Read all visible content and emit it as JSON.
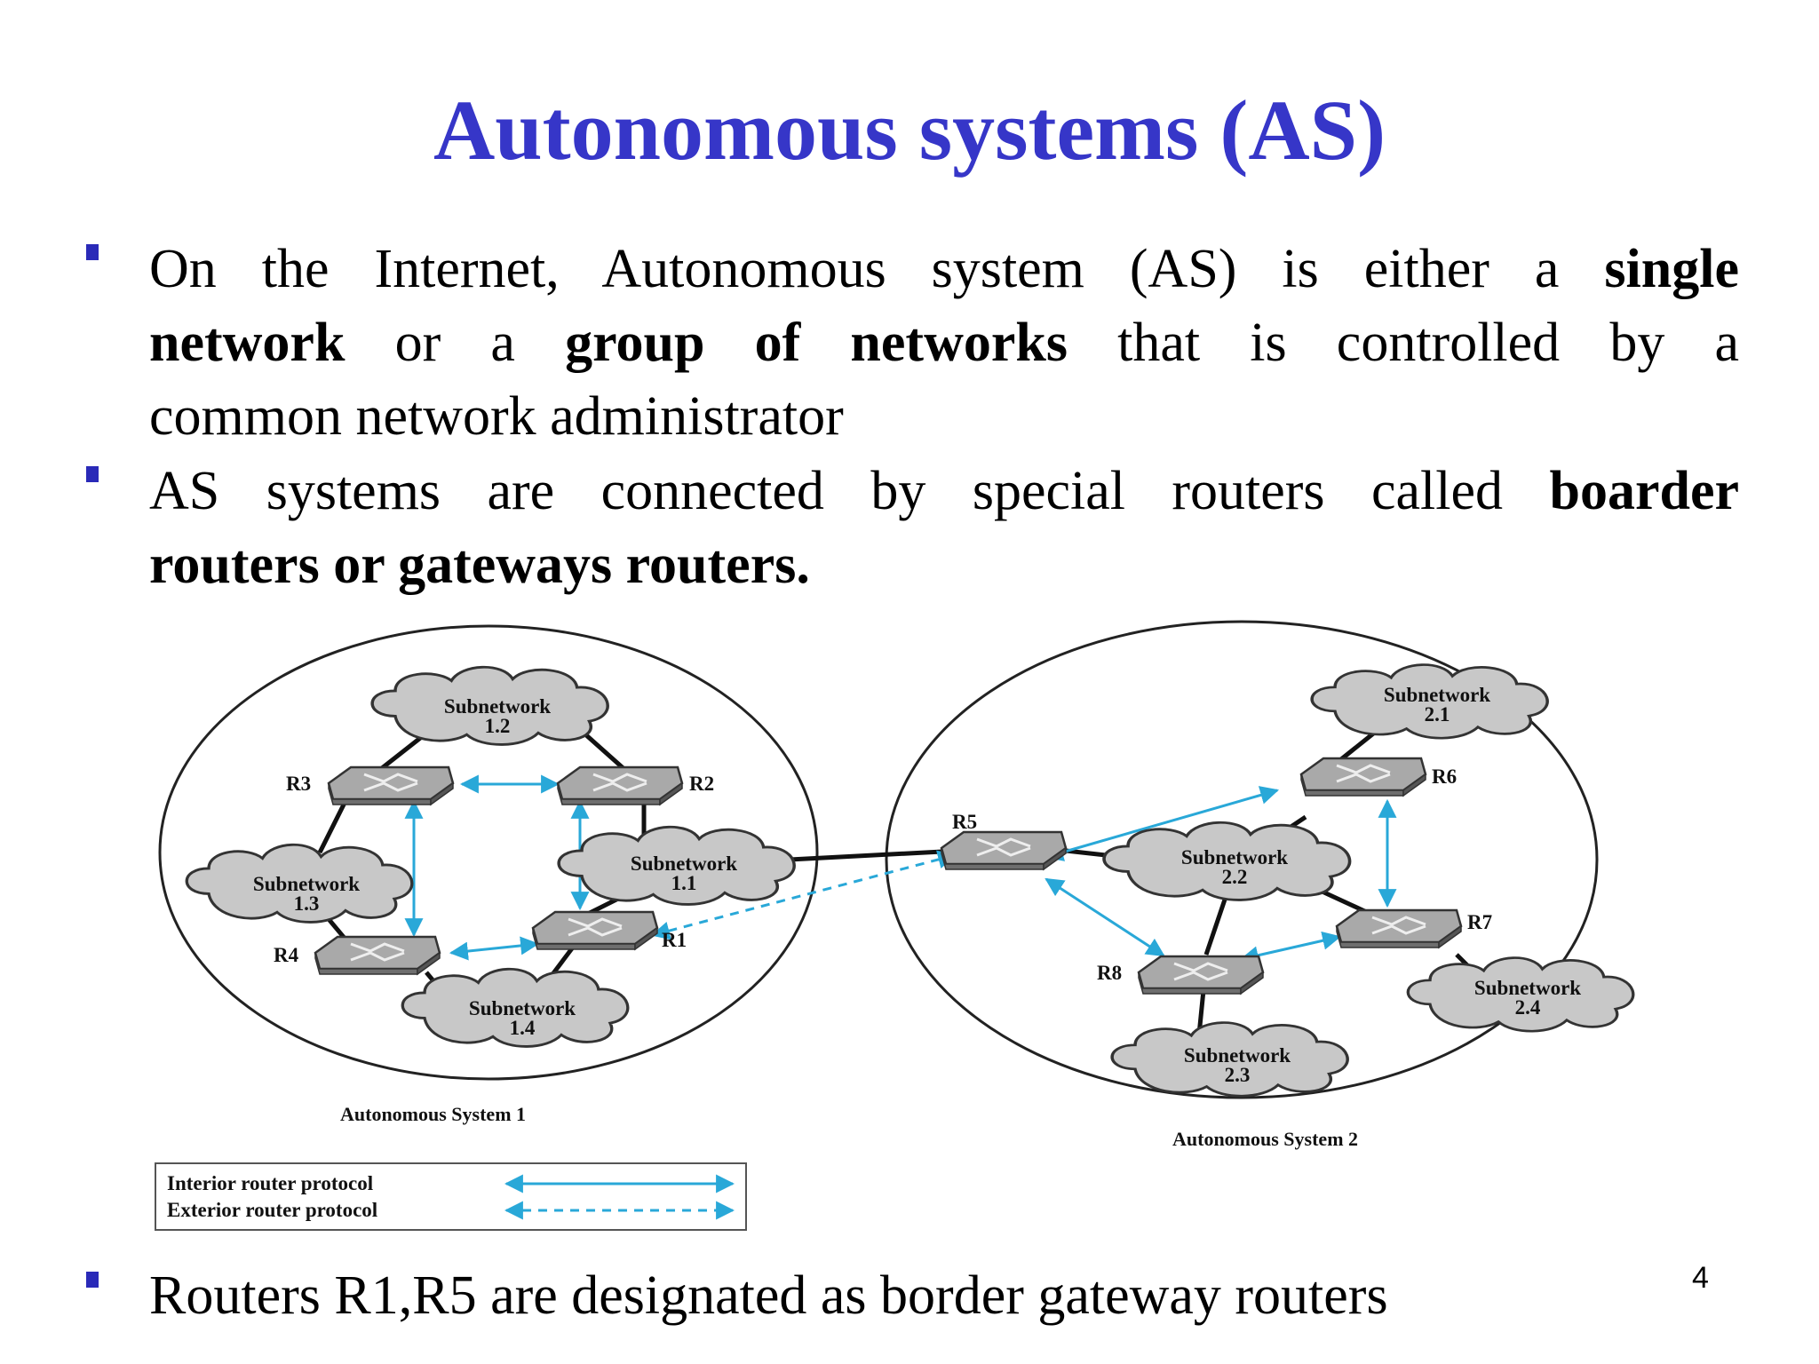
{
  "slide": {
    "title": "Autonomous systems (AS)",
    "page_number": "4"
  },
  "bullets": [
    {
      "lines": [
        [
          {
            "t": "On the Internet, Autonomous system (AS) is either a ",
            "b": false
          },
          {
            "t": "single",
            "b": true
          }
        ],
        [
          {
            "t": "network",
            "b": true
          },
          {
            "t": " or a ",
            "b": false
          },
          {
            "t": "group of networks",
            "b": true
          },
          {
            "t": " that is controlled by a",
            "b": false
          }
        ],
        [
          {
            "t": "common network administrator",
            "b": false
          }
        ]
      ]
    },
    {
      "lines": [
        [
          {
            "t": "AS systems are connected by special routers called ",
            "b": false
          },
          {
            "t": "boarder",
            "b": true
          }
        ],
        [
          {
            "t": "routers or gateways routers.",
            "b": true
          }
        ]
      ]
    },
    {
      "lines": [
        [
          {
            "t": "Routers R1,R5 are designated as border gateway routers",
            "b": false
          }
        ]
      ]
    }
  ],
  "diagram": {
    "as1_label": "Autonomous System 1",
    "as2_label": "Autonomous System 2",
    "subnetworks": {
      "s12": [
        "Subnetwork",
        "1.2"
      ],
      "s11": [
        "Subnetwork",
        "1.1"
      ],
      "s13": [
        "Subnetwork",
        "1.3"
      ],
      "s14": [
        "Subnetwork",
        "1.4"
      ],
      "s21": [
        "Subnetwork",
        "2.1"
      ],
      "s22": [
        "Subnetwork",
        "2.2"
      ],
      "s23": [
        "Subnetwork",
        "2.3"
      ],
      "s24": [
        "Subnetwork",
        "2.4"
      ]
    },
    "routers": {
      "r1": "R1",
      "r2": "R2",
      "r3": "R3",
      "r4": "R4",
      "r5": "R5",
      "r6": "R6",
      "r7": "R7",
      "r8": "R8"
    },
    "legend": {
      "interior": "Interior router protocol",
      "exterior": "Exterior router protocol"
    },
    "colors": {
      "arrow": "#29a8d8",
      "cloud_fill": "#c8c8c8",
      "router_fill": "#a9a9a9",
      "title": "#3636c8"
    }
  }
}
